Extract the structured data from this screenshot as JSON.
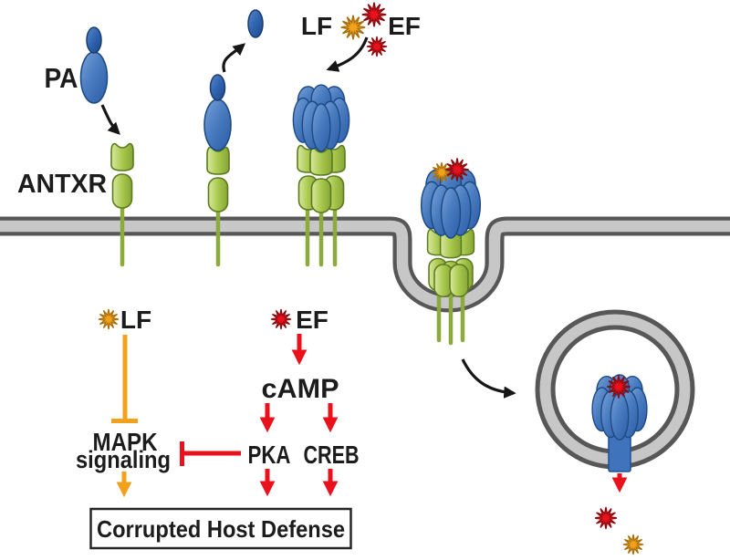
{
  "figure": {
    "type": "anthrax-toxin-entry-and-signaling-pathway-diagram",
    "background": "#ffffff"
  },
  "labels": {
    "pa": "PA",
    "antxr": "ANTXR",
    "lf": "LF",
    "ef": "EF",
    "camp": "cAMP",
    "pka": "PKA",
    "creb": "CREB",
    "mapk_line1": "MAPK",
    "mapk_line2": "signaling",
    "outcome_box": "Corrupted Host Defense"
  },
  "colors": {
    "pa_blue": "#4a7cc0",
    "receptor_green": "#a9c84d",
    "membrane_gray": "#c7c7c7",
    "membrane_edge": "#575757",
    "lf_orange": "#f2a11c",
    "ef_red": "#e8111c",
    "text_black": "#1c1c1c"
  },
  "icons": {
    "lf_star": "orange-starburst",
    "ef_star": "red-starburst",
    "binding_arrows": "black-curved-arrows",
    "activation_arrows": "red-straight-arrows",
    "inhibition_bars": "T-bar-connectors"
  }
}
